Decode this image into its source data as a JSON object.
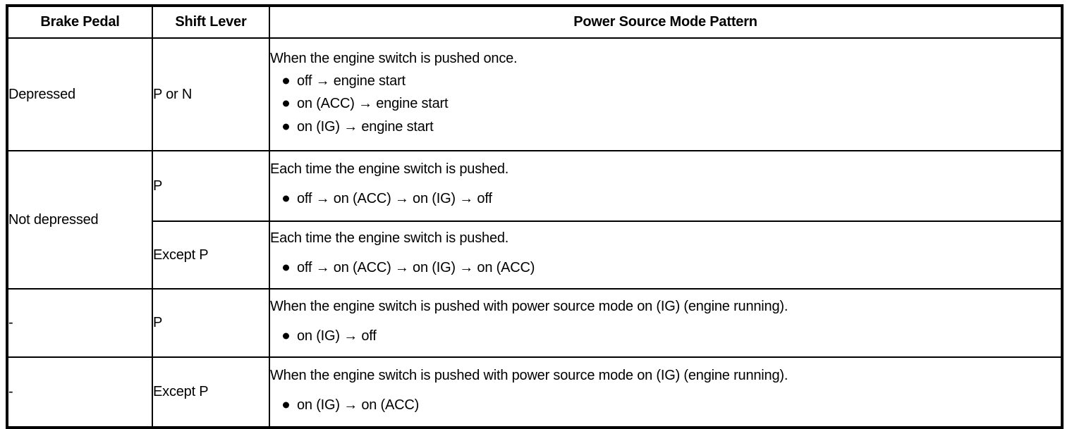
{
  "table": {
    "headers": {
      "brake_pedal": "Brake Pedal",
      "shift_lever": "Shift Lever",
      "power_source_mode_pattern": "Power Source Mode Pattern"
    },
    "rows": [
      {
        "brake_pedal": "Depressed",
        "shift_lever": "P or N",
        "pattern_heading": "When the engine switch is pushed once.",
        "pattern_items": [
          "off → engine start",
          "on (ACC) → engine start",
          "on (IG) → engine start"
        ]
      },
      {
        "brake_pedal": "Not depressed",
        "shift_lever": "P",
        "pattern_heading": "Each time the engine switch is pushed.",
        "pattern_items": [
          "off → on (ACC) → on (IG) → off"
        ]
      },
      {
        "brake_pedal": "",
        "shift_lever": "Except P",
        "pattern_heading": "Each time the engine switch is pushed.",
        "pattern_items": [
          "off → on (ACC) → on (IG) → on (ACC)"
        ]
      },
      {
        "brake_pedal": "-",
        "shift_lever": "P",
        "pattern_heading": "When the engine switch is pushed with power source mode on (IG) (engine running).",
        "pattern_items": [
          "on (IG) → off"
        ]
      },
      {
        "brake_pedal": "-",
        "shift_lever": "Except P",
        "pattern_heading": "When the engine switch is pushed with power source mode on (IG) (engine running).",
        "pattern_items": [
          "on (IG) → on (ACC)"
        ]
      }
    ]
  },
  "colors": {
    "border": "#000000",
    "text": "#000000",
    "background": "#ffffff"
  }
}
